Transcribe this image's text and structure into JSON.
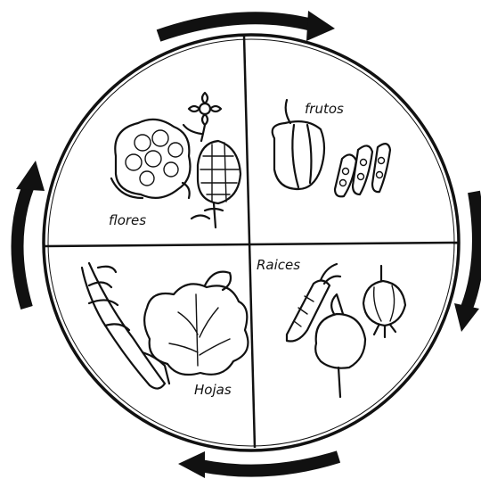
{
  "diagram": {
    "quadrants": [
      {
        "id": "flowers",
        "label": "flores",
        "icon": "cauliflower-artichoke-flower-icon"
      },
      {
        "id": "fruits",
        "label": "frutos",
        "icon": "pepper-pea-pod-icon"
      },
      {
        "id": "leaves",
        "label": "Hojas",
        "icon": "lettuce-celery-icon"
      },
      {
        "id": "roots",
        "label": "Raices",
        "icon": "carrot-beet-onion-icon"
      }
    ],
    "cycle_direction": "clockwise",
    "colors": {
      "ink": "#111111",
      "background": "#ffffff"
    }
  }
}
